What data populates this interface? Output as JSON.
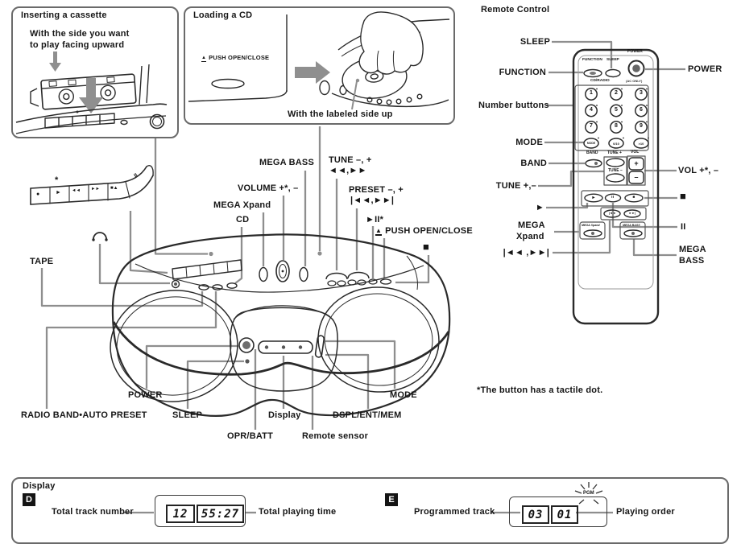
{
  "cassette_box": {
    "title": "Inserting a cassette",
    "note1": "With the side you want",
    "note2": "to play facing upward"
  },
  "cd_box": {
    "title": "Loading a CD",
    "eject": "▲",
    "open_label": "PUSH OPEN/CLOSE",
    "note": "With the labeled side up"
  },
  "tape_strip": {
    "keys": [
      "●",
      "►",
      "◄◄",
      "►►",
      "■▲",
      "II"
    ],
    "asterisk": "*"
  },
  "main_unit": {
    "eject": "▲",
    "labels": {
      "mega_bass": "MEGA BASS",
      "tune_1": "TUNE –, +",
      "tune_2": "◄◄,►►",
      "volume": "VOLUME +*, –",
      "preset_1": "PRESET –, +",
      "preset_2": "|◄◄,►►|",
      "mega_xpand": "MEGA Xpand",
      "cd": "CD",
      "play_pause": "►II*",
      "push_open_close": "PUSH OPEN/CLOSE",
      "stop": "■",
      "tape": "TAPE",
      "power": "POWER",
      "radio_band": "RADIO BAND•AUTO PRESET",
      "sleep": "SLEEP",
      "opr_batt": "OPR/BATT",
      "display": "Display",
      "remote_sensor": "Remote sensor",
      "dspl": "DSPL/ENT/MEM",
      "mode": "MODE"
    },
    "footnote": "*The button has a tactile dot."
  },
  "remote": {
    "title": "Remote Control",
    "left_labels": {
      "sleep": "SLEEP",
      "function": "FUNCTION",
      "number_buttons": "Number buttons",
      "mode": "MODE",
      "band": "BAND",
      "tune": "TUNE +,–",
      "play": "►",
      "mega1": "MEGA",
      "mega2": "Xpand",
      "skip": "|◄◄ ,►►|"
    },
    "right_labels": {
      "power": "POWER",
      "vol": "VOL +*, –",
      "stop": "■",
      "pause": "II",
      "mega1": "MEGA",
      "mega2": "BASS"
    },
    "body": {
      "function": "FUNCTION",
      "sleep": "SLEEP",
      "power": "POWER",
      "ac_only": "(AC ONLY)",
      "cd_radio": "CD/RADIO",
      "keys": [
        "1",
        "2",
        "3",
        "4",
        "5",
        "6",
        "7",
        "8",
        "9",
        "MODE",
        "0/10",
        ">10"
      ],
      "band": "BAND",
      "tune_plus": "TUNE +",
      "tune_minus": "TUNE –",
      "vol": "VOL",
      "plus": "+",
      "minus": "–",
      "play": "►",
      "pause": "II",
      "stop": "■",
      "prev": "|◄◄",
      "next": "►►|",
      "mega_xpand": "MEGA Xpand",
      "mega_bass": "MEGA BASS"
    }
  },
  "display_box": {
    "title": "Display",
    "d_tag": "D",
    "e_tag": "E",
    "total_track_label": "Total track number",
    "total_track": "12",
    "total_time": "55:27",
    "total_time_label": "Total playing time",
    "programmed_label": "Programmed track",
    "prog_track": "03",
    "prog_order": "01",
    "pgm": "PGM",
    "order_label": "Playing order"
  }
}
